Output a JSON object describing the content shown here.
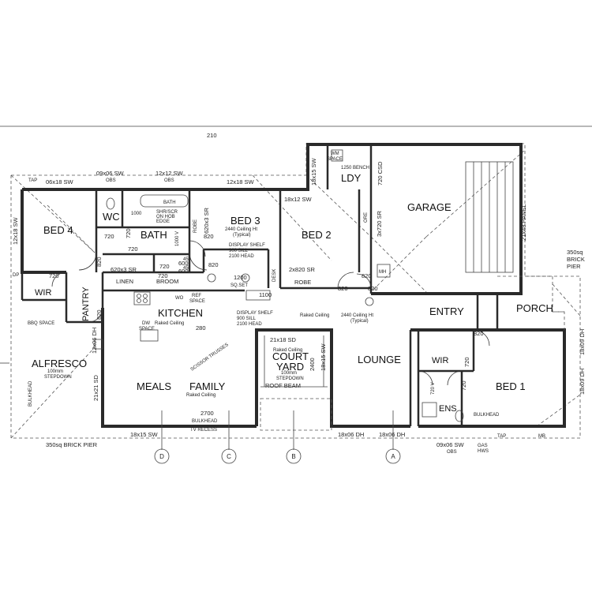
{
  "top_dim": "210",
  "rooms": {
    "bed4": "BED 4",
    "wc": "WC",
    "bath": "BATH",
    "bed3": "BED 3",
    "bed2": "BED 2",
    "garage": "GARAGE",
    "ldy": "LDY",
    "wir_left": "WIR",
    "pantry": "PANTRY",
    "kitchen": "KITCHEN",
    "entry": "ENTRY",
    "porch": "PORCH",
    "alfresco": "ALFRESCO",
    "meals": "MEALS",
    "family": "FAMILY",
    "courtyard_1": "COURT",
    "courtyard_2": "YARD",
    "lounge": "LOUNGE",
    "wir_right": "WIR",
    "bed1": "BED 1",
    "ens": "ENS",
    "linen": "LINEN",
    "broom": "BROOM",
    "robe_bed2": "ROBE",
    "robe_bed3": "ROBE",
    "desk": "DESK"
  },
  "window_labels": {
    "w1": "09x06 SW",
    "w2": "12x12 SW",
    "w3": "06x18 SW",
    "w4": "12x18 SW",
    "w5": "18x12 SW",
    "w6": "12x18 SW",
    "w7": "18x15 SW",
    "w8": "18x06 DH",
    "w9": "18x06 DH",
    "w10": "09x06 SW",
    "w11": "12x06 DH",
    "w12": "21x21 SD",
    "w13": "21x18 SD",
    "w14": "18x15 SW",
    "w15": "21x48 PANEL",
    "w16": "18x09 DH",
    "w17": "18x09 DH",
    "w18": "18x15 SW"
  },
  "door_labels": {
    "d1": "820",
    "d2": "720",
    "d3": "720",
    "d4": "720",
    "d5": "720",
    "d6": "820",
    "d7": "820",
    "d8": "820",
    "d9": "820",
    "d10": "820",
    "d11": "720",
    "d12": "820",
    "d13": "720",
    "d14": "720",
    "d15": "720",
    "d16": "820",
    "d17": "600",
    "d18": "600"
  },
  "dimensions": {
    "linen_sr": "620x3 SR",
    "robe_bed3_sr": "620x3 SR",
    "robe_bed2_sr": "2x820 SR",
    "store_sr": "3x720 SR",
    "csd": "720 CSD",
    "d1200": "1200",
    "d1100": "1100",
    "d2700": "2700",
    "d2400": "2400",
    "d280": "280",
    "d1000": "1000",
    "d1000v": "1000 V",
    "d720v": "720 V",
    "d45a": "45°",
    "d45b": "45°"
  },
  "notes": {
    "bed3_ceiling_1": "2440 Ceiling Ht",
    "bed3_ceiling_2": "(Typical)",
    "display_shelf_1a": "DISPLAY SHELF",
    "display_shelf_1b": "900 SILL",
    "display_shelf_1c": "2100 HEAD",
    "display_shelf_2a": "DISPLAY SHELF",
    "display_shelf_2b": "900 SILL",
    "display_shelf_2c": "2100 HEAD",
    "raked_ceiling_entry": "Raked Ceiling",
    "entry_ceiling": "2440 Ceiling Ht",
    "entry_typical": "(Typical)",
    "kitchen_raked": "Raked Ceiling",
    "dw_space_1": "DW",
    "dw_space_2": "SPACE",
    "family_raked": "Raked Ceiling",
    "scissor": "SCISSOR TRUSSES",
    "alfresco_step_1": "100mm",
    "alfresco_step_2": "STEPDOWN",
    "courtyard_raked": "Raked Ceiling",
    "courtyard_step_1": "100mm",
    "courtyard_step_2": "STEPDOWN",
    "roof_beam": "ROOF BEAM",
    "bulkhead_tv_1": "BULKHEAD",
    "bulkhead_tv_2": "TV RECESS",
    "bulkhead_left": "BULKHEAD",
    "bulkhead_bed1": "BULKHEAD",
    "bbq_space": "BBQ SPACE",
    "brick_pier_left": "350sq BRICK PIER",
    "brick_pier_right_1": "350sq",
    "brick_pier_right_2": "BRICK",
    "brick_pier_right_3": "PIER",
    "shr_1": "SHR/SCR",
    "shr_2": "ON HOB",
    "shr_3": "EDGE",
    "bath_small": "BATH",
    "wm_1": "WM",
    "wm_2": "SPACE",
    "bench": "1250 BENCH",
    "ref_1": "REF",
    "ref_2": "SPACE",
    "wo": "WO",
    "sq_set": "SQ.SET",
    "mh": "MH",
    "gas_1": "GAS",
    "gas_2": "HWS",
    "mb": "MB",
    "tap_1": "TAP",
    "tap_2": "TAP",
    "obs_1": "OBS",
    "obs_2": "OBS",
    "obs_3": "OBS",
    "dp": "DP",
    "ore": "ORE"
  },
  "grid_axes": [
    "D",
    "C",
    "B",
    "A"
  ]
}
